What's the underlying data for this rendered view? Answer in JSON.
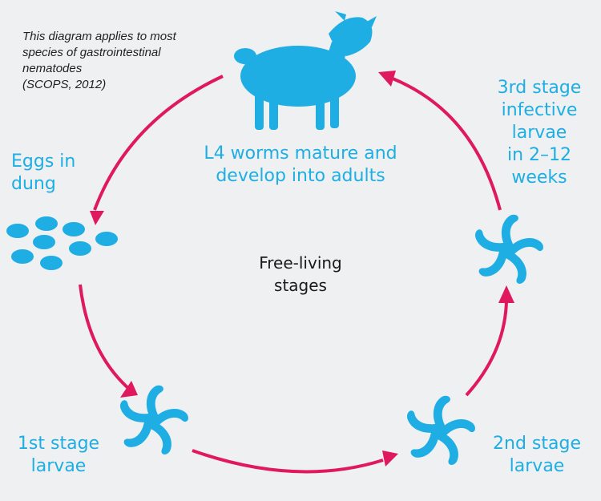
{
  "note": {
    "lines": [
      "This diagram applies to most",
      "species of gastrointestinal",
      "nematodes",
      "(SCOPS, 2012)"
    ]
  },
  "nodes": {
    "adults": {
      "lines": [
        "L4 worms mature and",
        "develop into adults"
      ],
      "icon": "sheep-icon"
    },
    "eggs": {
      "lines": [
        "Eggs in",
        "dung"
      ],
      "icon": "eggs-icon"
    },
    "stage1": {
      "lines": [
        "1st stage",
        "larvae"
      ],
      "icon": "larvae-icon"
    },
    "stage2": {
      "lines": [
        "2nd stage",
        "larvae"
      ],
      "icon": "larvae-icon"
    },
    "stage3": {
      "lines": [
        "3rd stage",
        "infective",
        "larvae",
        "in 2–12",
        "weeks"
      ],
      "icon": "larvae-icon"
    }
  },
  "center": {
    "lines": [
      "Free-living",
      "stages"
    ]
  },
  "colors": {
    "background": "#eef0f2",
    "accent": "#1eaee4",
    "arrow": "#e0195e",
    "text": "#1a1a1a"
  }
}
